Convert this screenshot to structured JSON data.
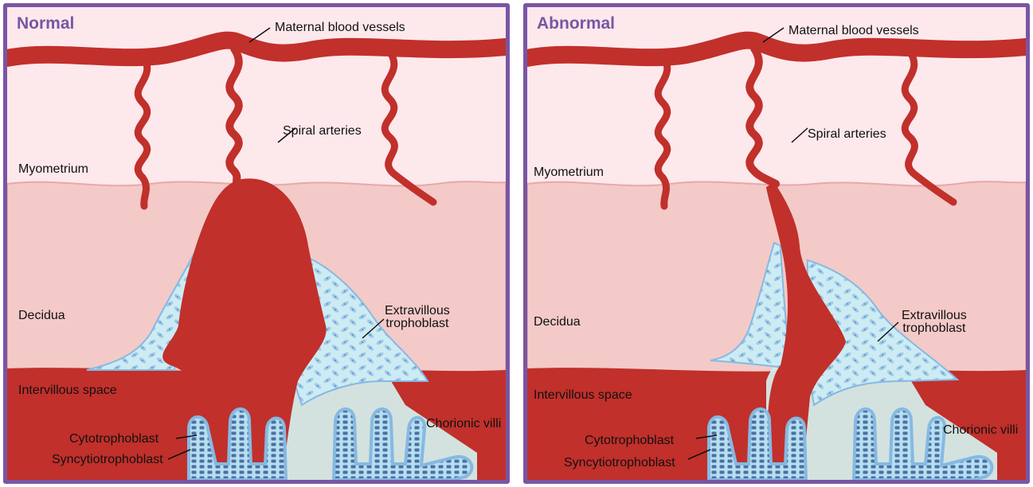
{
  "panels": [
    {
      "title": "Normal",
      "labels": {
        "maternal_vessels": "Maternal blood vessels",
        "spiral_arteries": "Spiral arteries",
        "myometrium": "Myometrium",
        "decidua": "Decidua",
        "extravillous": [
          "Extravillous",
          "trophoblast"
        ],
        "intervillous": "Intervillous space",
        "chorionic_villi": "Chorionic villi",
        "cytotrophoblast": "Cytotrophoblast",
        "syncytiotrophoblast": "Syncytiotrophoblast"
      }
    },
    {
      "title": "Abnormal",
      "labels": {
        "maternal_vessels": "Maternal blood vessels",
        "spiral_arteries": "Spiral arteries",
        "myometrium": "Myometrium",
        "decidua": "Decidua",
        "extravillous": [
          "Extravillous",
          "trophoblast"
        ],
        "intervillous": "Intervillous space",
        "chorionic_villi": "Chorionic villi",
        "cytotrophoblast": "Cytotrophoblast",
        "syncytiotrophoblast": "Syncytiotrophoblast"
      }
    }
  ],
  "colors": {
    "myometrium": "#fde8ec",
    "decidua": "#f3cac8",
    "blood": "#c1302b",
    "trophoblast": "#cdebf3",
    "villus_edge": "#86b9e2",
    "panel_border": "#7a55a3"
  }
}
